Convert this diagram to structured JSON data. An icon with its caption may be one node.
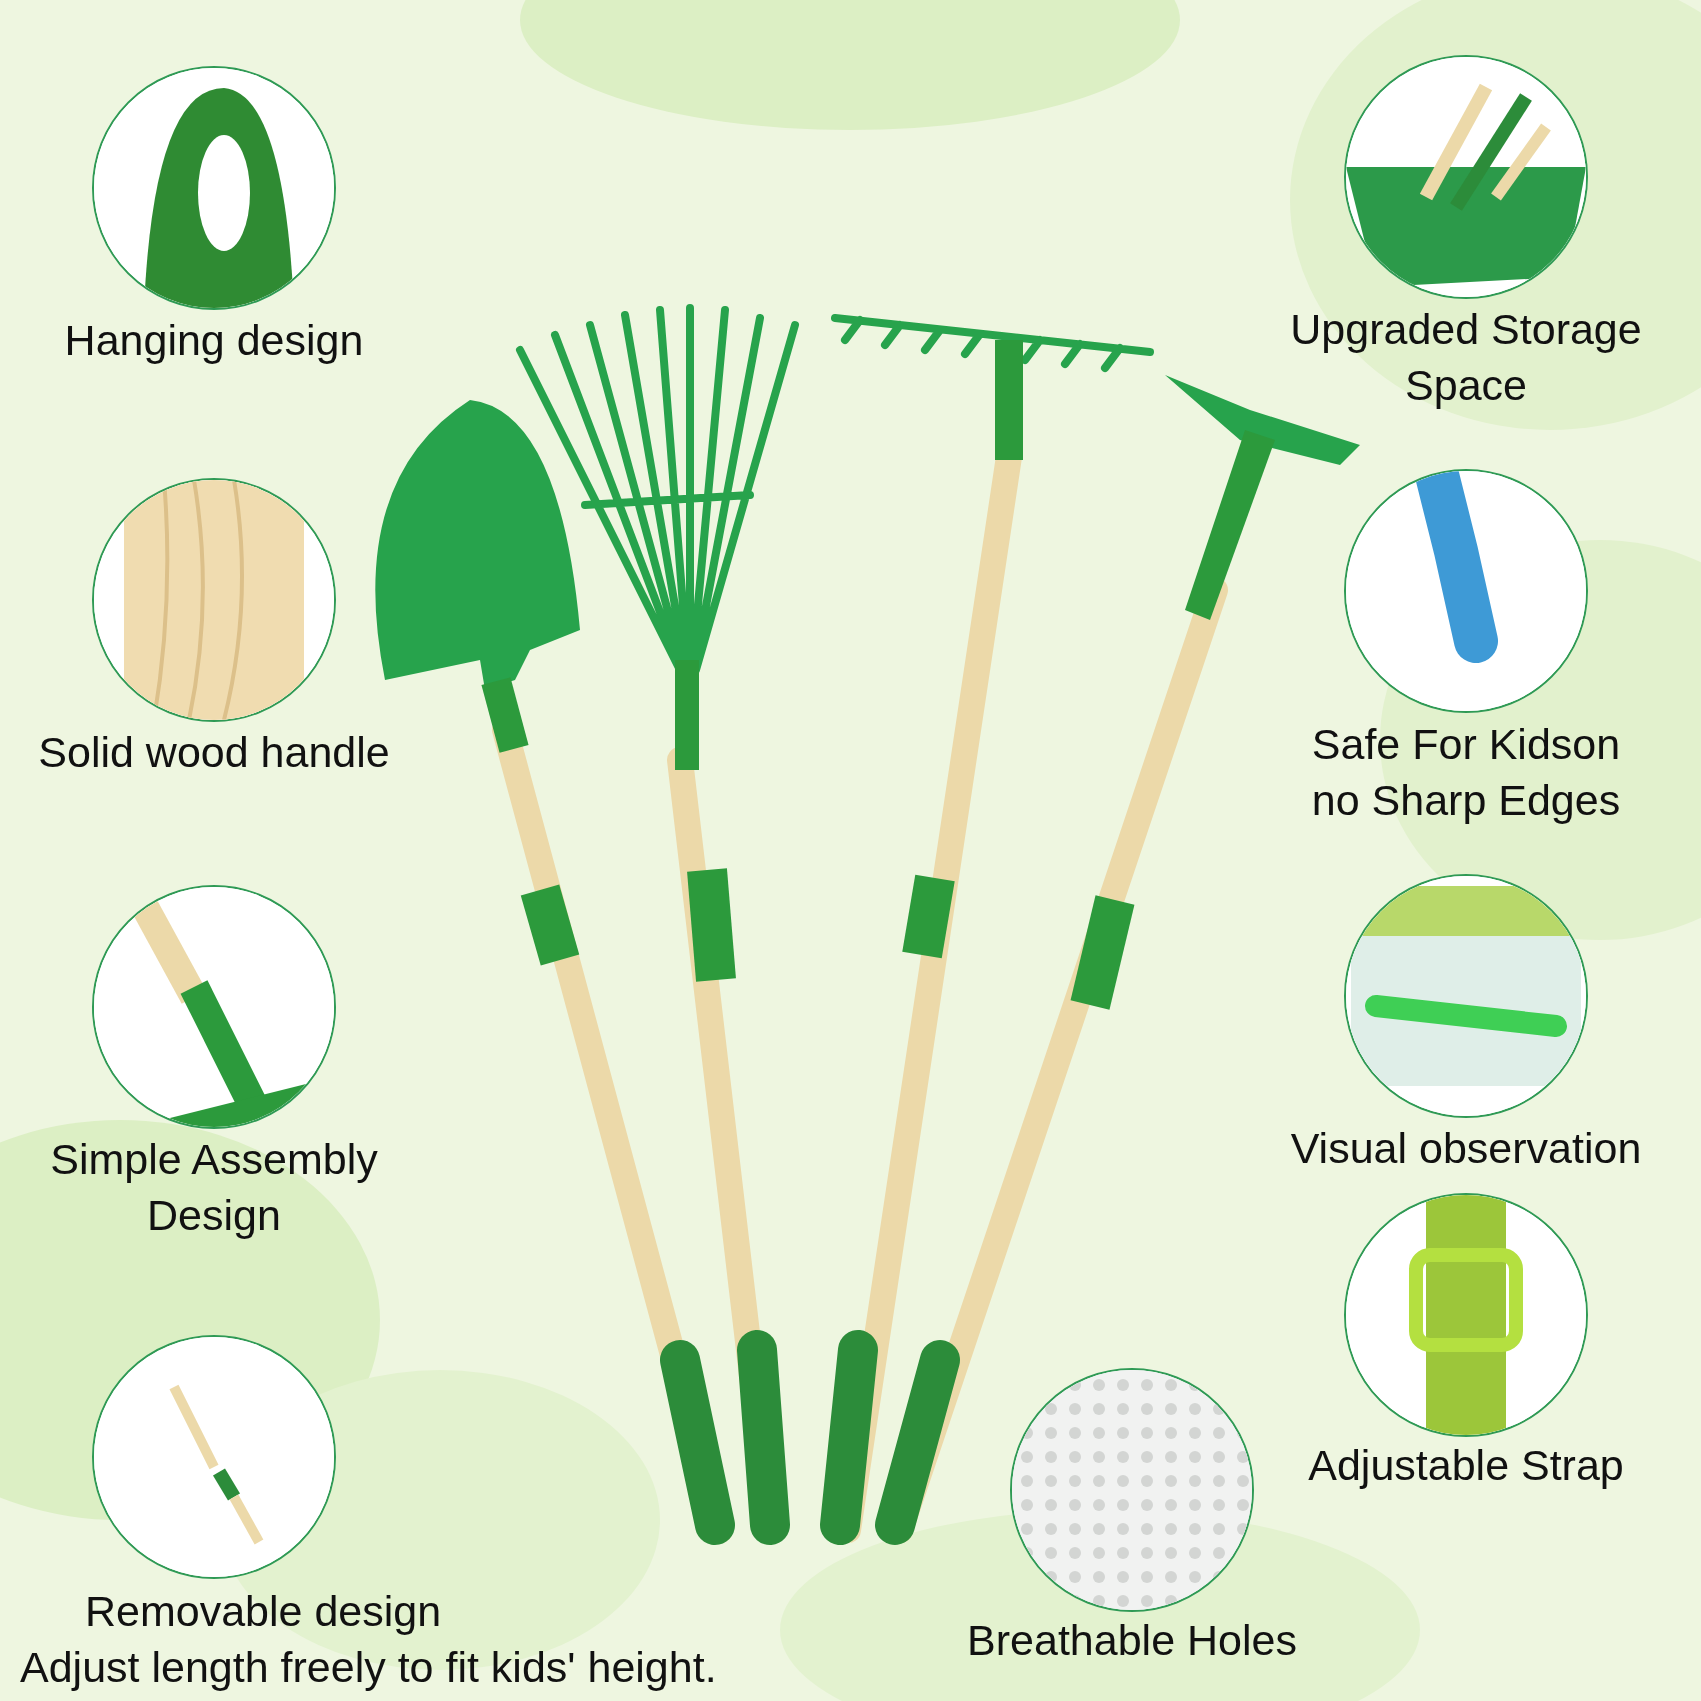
{
  "diagram": {
    "nodes": [
      {
        "text": [
          "Hanging design"
        ]
      },
      {
        "text": [
          "Solid wood handle"
        ]
      },
      {
        "text": [
          "Simple Assembly Design"
        ]
      },
      {
        "text": [
          "Removable design",
          "Adjust length freely to fit kids' height."
        ]
      },
      {
        "text": [
          "Upgraded Storage Space"
        ]
      },
      {
        "text": [
          "Safe For Kidson no Sharp Edges"
        ]
      },
      {
        "text": [
          "Visual observation"
        ]
      },
      {
        "text": [
          "Adjustable Strap"
        ]
      },
      {
        "text": [
          "Breathable Holes"
        ]
      }
    ]
  }
}
